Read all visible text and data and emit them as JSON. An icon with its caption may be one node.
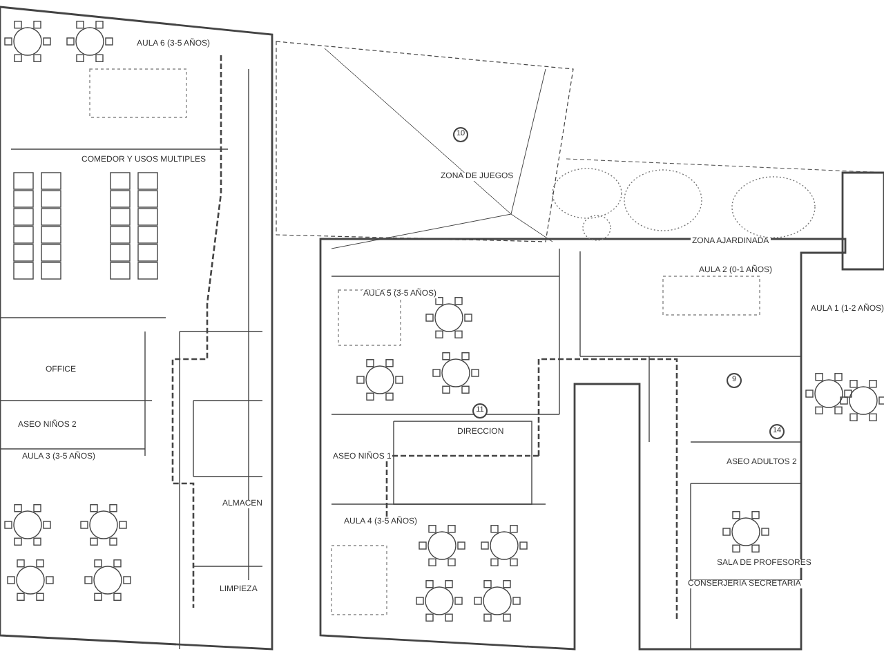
{
  "diagram": {
    "labels": [
      "AULA 6 (3-5 AÑOS)",
      "COMEDOR Y USOS MULTIPLES",
      "OFFICE",
      "ASEO NIÑOS 2",
      "AULA 3 (3-5 AÑOS)",
      "ALMACEN",
      "LIMPIEZA",
      "ZONA DE JUEGOS",
      "10",
      "ZONA AJARDINADA",
      "AULA 5 (3-5 AÑOS)",
      "AULA 2 (0-1 AÑOS)",
      "AULA 1 (1-2 AÑOS)",
      "DIRECCION",
      "11",
      "ASEO NIÑOS 1",
      "AULA 4 (3-5 AÑOS)",
      "9",
      "14",
      "ASEO ADULTOS 2",
      "SALA DE PROFESORES",
      "CONSERJERIA SECRETARIA"
    ]
  }
}
